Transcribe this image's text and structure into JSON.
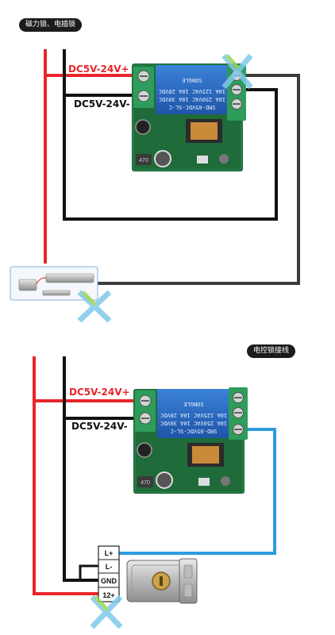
{
  "diagrams": [
    {
      "caption": "磁力锁、电插锁",
      "positive_label": "DC5V-24V+",
      "negative_label": "DC5V-24V-",
      "relay_marking": "SRD-05VDC-SL-C",
      "relay_rating": "10A 250VAC  10A 30VDC",
      "relay_rating2": "10A 125VAC  10A 28VDC",
      "relay_brand": "SONGLE",
      "cap_value": "470"
    },
    {
      "caption": "电控锁接线",
      "positive_label": "DC5V-24V+",
      "negative_label": "DC5V-24V-",
      "relay_marking": "SRD-05VDC-SL-C",
      "relay_rating": "10A 250VAC  10A 30VDC",
      "relay_rating2": "10A 125VAC  10A 28VDC",
      "relay_brand": "SONGLE",
      "cap_value": "470",
      "lock_terminals": [
        "L+",
        "L-",
        "GND",
        "12+"
      ]
    }
  ],
  "colors": {
    "positive_wire": "#e8262b",
    "negative_wire": "#111111",
    "com_wire_top": "#3b3b3b",
    "signal_wire_bottom": "#2f9be0",
    "pcb": "#1f6b3a",
    "relay": "#2468c4",
    "terminal": "#2e9c5a"
  },
  "icons": [
    "x-watermark-icon",
    "magnetic-lock-icon",
    "electric-lock-icon"
  ]
}
